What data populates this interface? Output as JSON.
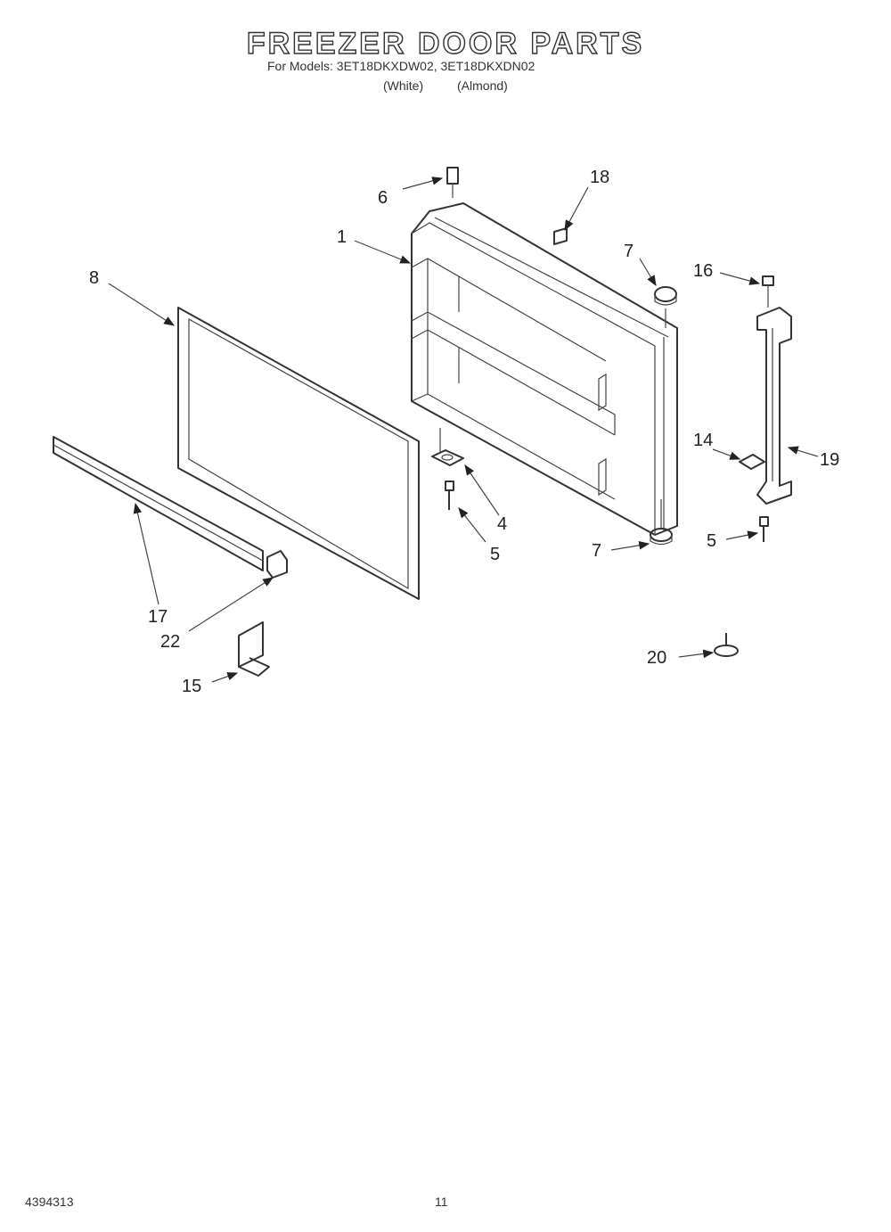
{
  "header": {
    "title": "FREEZER DOOR PARTS",
    "subtitle": "For Models: 3ET18DKXDW02, 3ET18DKXDN02",
    "variants": [
      "(White)",
      "(Almond)"
    ]
  },
  "footer": {
    "doc_number": "4394313",
    "page_number": "11"
  },
  "callouts": [
    {
      "id": "c6",
      "label": "6"
    },
    {
      "id": "c18",
      "label": "18"
    },
    {
      "id": "c1",
      "label": "1"
    },
    {
      "id": "c7a",
      "label": "7"
    },
    {
      "id": "c16",
      "label": "16"
    },
    {
      "id": "c8",
      "label": "8"
    },
    {
      "id": "c14",
      "label": "14"
    },
    {
      "id": "c19",
      "label": "19"
    },
    {
      "id": "c4",
      "label": "4"
    },
    {
      "id": "c5a",
      "label": "5"
    },
    {
      "id": "c7b",
      "label": "7"
    },
    {
      "id": "c5b",
      "label": "5"
    },
    {
      "id": "c17",
      "label": "17"
    },
    {
      "id": "c22",
      "label": "22"
    },
    {
      "id": "c15",
      "label": "15"
    },
    {
      "id": "c20",
      "label": "20"
    }
  ]
}
